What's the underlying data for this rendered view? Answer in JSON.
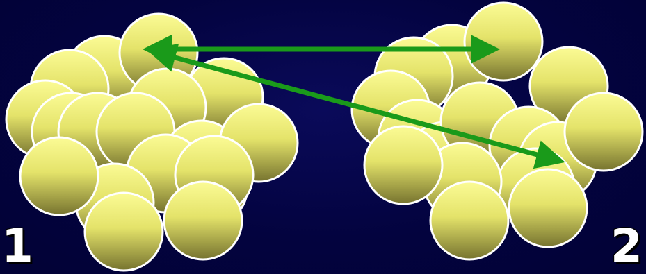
{
  "labels": {
    "left": "1",
    "right": "2"
  },
  "colors": {
    "background": "#03033f",
    "sphere_light": "#f6f68a",
    "sphere_mid": "#d9d860",
    "sphere_dark": "#7d7a36",
    "sphere_outline": "#ffffff",
    "arrow": "#1a9a1a"
  },
  "nucleus_left": {
    "sphere_count": 18
  },
  "nucleus_right": {
    "sphere_count": 16
  },
  "arrows": [
    {
      "name": "horizontal-double-arrow",
      "heads": "both"
    },
    {
      "name": "diagonal-double-arrow",
      "heads": "both"
    }
  ]
}
